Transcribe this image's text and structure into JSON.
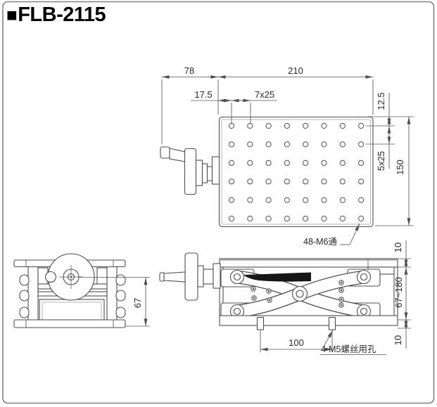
{
  "title": {
    "bullet": "■",
    "model": "FLB-2115"
  },
  "top_view": {
    "dim_crank_length": "78",
    "dim_plate_width": "210",
    "dim_edge_to_hole": "17.5",
    "dim_hole_pitch_x": "7x25",
    "dim_edge_to_hole_y": "12.5",
    "dim_hole_pitch_y": "5x25",
    "dim_plate_depth": "150",
    "hole_label": "48-M6通",
    "hole_grid": {
      "cols": 8,
      "rows": 6,
      "total": 48
    }
  },
  "front_view": {
    "dim_height_lowered": "67"
  },
  "side_view": {
    "dim_top_plate_thickness": "10",
    "dim_height_range": "67~180",
    "dim_bottom_plate_thickness": "10",
    "dim_base_hole_pitch": "100",
    "base_hole_label": "4-M5螺丝用孔"
  },
  "colors": {
    "line": "#4f4f4f",
    "dim_text": "#2b2b2b",
    "border": "#828282",
    "screw_fill": "#161616"
  }
}
